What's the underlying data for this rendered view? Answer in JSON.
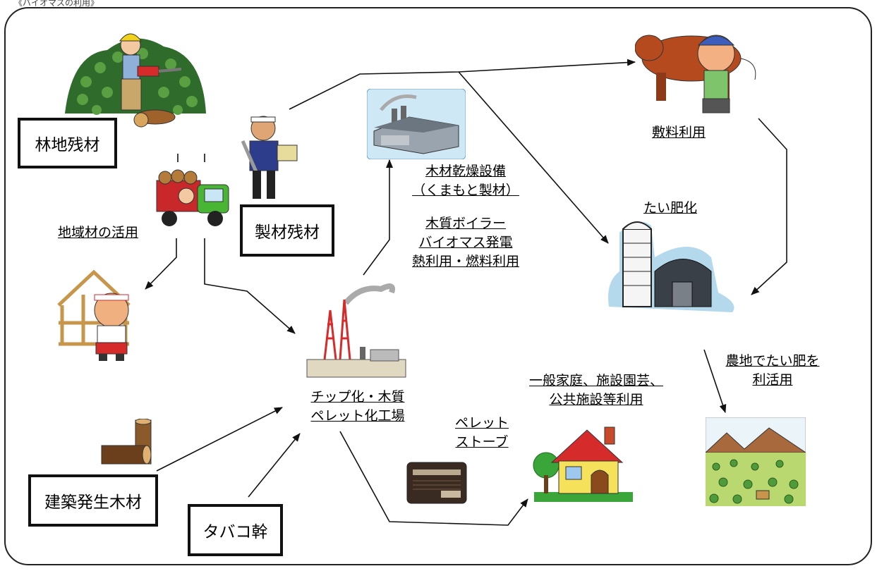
{
  "header_fragment": "《バイオマスの利用》",
  "sources": {
    "forest_residue": "林地残材",
    "sawmill_residue": "製材残材",
    "construction_wood": "建築発生木材",
    "tobacco_stalk": "タバコ幹"
  },
  "labels": {
    "local_wood": "地域材の活用",
    "drying_line1": "木材乾燥設備",
    "drying_line2": "（くまもと製材）",
    "boiler_line1": "木質ボイラー",
    "boiler_line2": "バイオマス発電",
    "boiler_line3": "熱利用・燃料利用",
    "bedding": "敷料利用",
    "compost": "たい肥化",
    "chip_line1": "チップ化・木質",
    "chip_line2": "ペレット化工場",
    "stove_line1": "ペレット",
    "stove_line2": "ストーブ",
    "home_line1": "一般家庭、施設園芸、",
    "home_line2": "公共施設等利用",
    "farm_line1": "農地でたい肥を",
    "farm_line2": "利活用"
  }
}
